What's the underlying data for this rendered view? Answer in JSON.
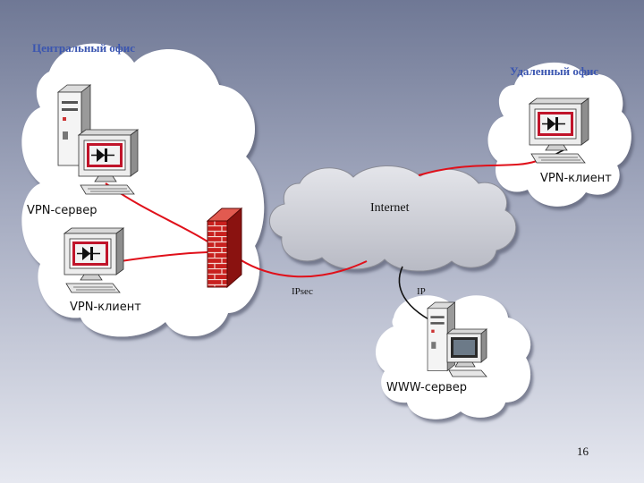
{
  "labels": {
    "central_office": "Центральный офис",
    "remote_office": "Удаленный офис",
    "vpn_server": "VPN-сервер",
    "vpn_client_local": "VPN-клиент",
    "vpn_client_remote": "VPN-клиент",
    "internet": "Internet",
    "ipsec": "IPsec",
    "ip": "IP",
    "www_server": "WWW-сервер"
  },
  "page_number": "16",
  "colors": {
    "tunnel_line": "#e0101a",
    "plain_line": "#111111",
    "office_title": "#3a55b0",
    "firewall_brick": "#c8201e"
  }
}
